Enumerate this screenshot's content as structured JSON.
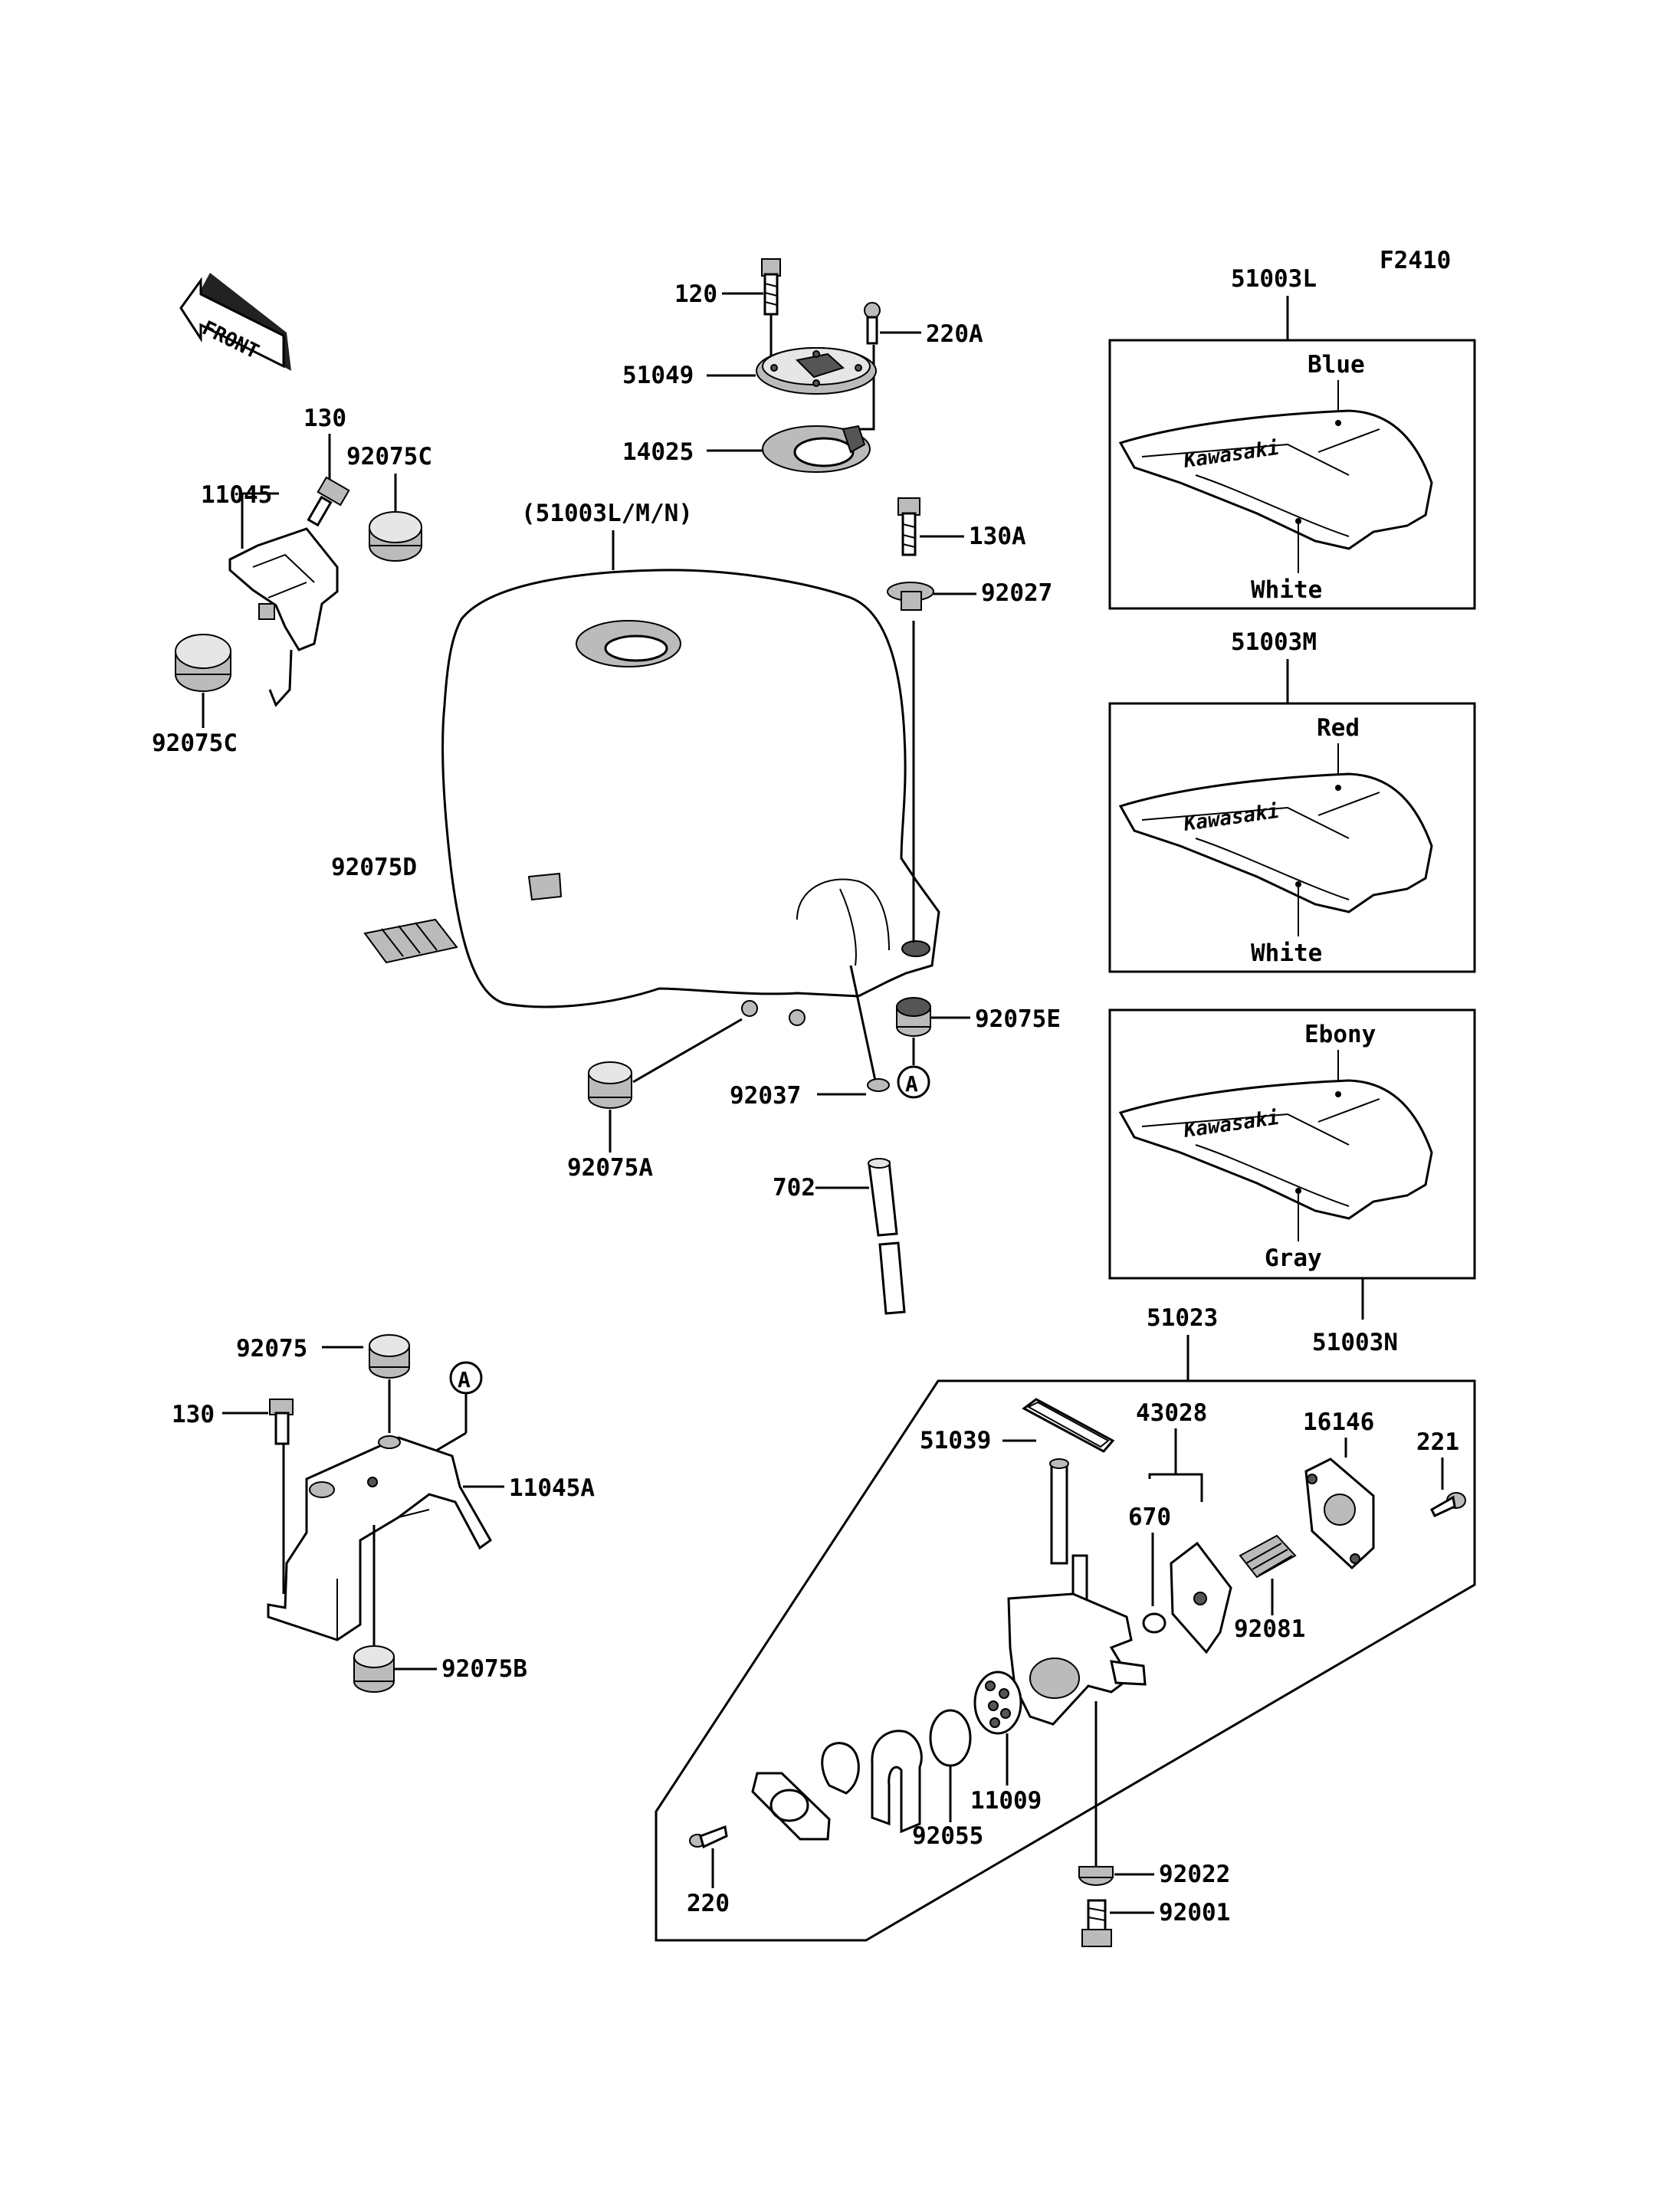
{
  "figure_code": "F2410",
  "front_label": "FRONT",
  "tank_label": "(51003L/M/N)",
  "tank_brand": "Kawasaki",
  "circle_ref": "A",
  "parts": {
    "p120": "120",
    "p220A": "220A",
    "p51049": "51049",
    "p14025": "14025",
    "p130": "130",
    "p92075C_top": "92075C",
    "p11045": "11045",
    "p92075C_left": "92075C",
    "p130A": "130A",
    "p92027": "92027",
    "p92075D": "92075D",
    "p92075E": "92075E",
    "p92075A": "92075A",
    "p92037": "92037",
    "p702": "702",
    "p92075": "92075",
    "p130_lower": "130",
    "p11045A": "11045A",
    "p92075B": "92075B",
    "p51023": "51023",
    "p51039": "51039",
    "p43028": "43028",
    "p16146": "16146",
    "p221": "221",
    "p670": "670",
    "p92081": "92081",
    "p11009": "11009",
    "p92055": "92055",
    "p92022": "92022",
    "p92001": "92001",
    "p220": "220"
  },
  "variants": [
    {
      "code": "51003L",
      "color_top": "Blue",
      "color_bottom": "White"
    },
    {
      "code": "51003M",
      "color_top": "Red",
      "color_bottom": "White"
    },
    {
      "code": "51003N",
      "color_top": "Ebony",
      "color_bottom": "Gray"
    }
  ]
}
